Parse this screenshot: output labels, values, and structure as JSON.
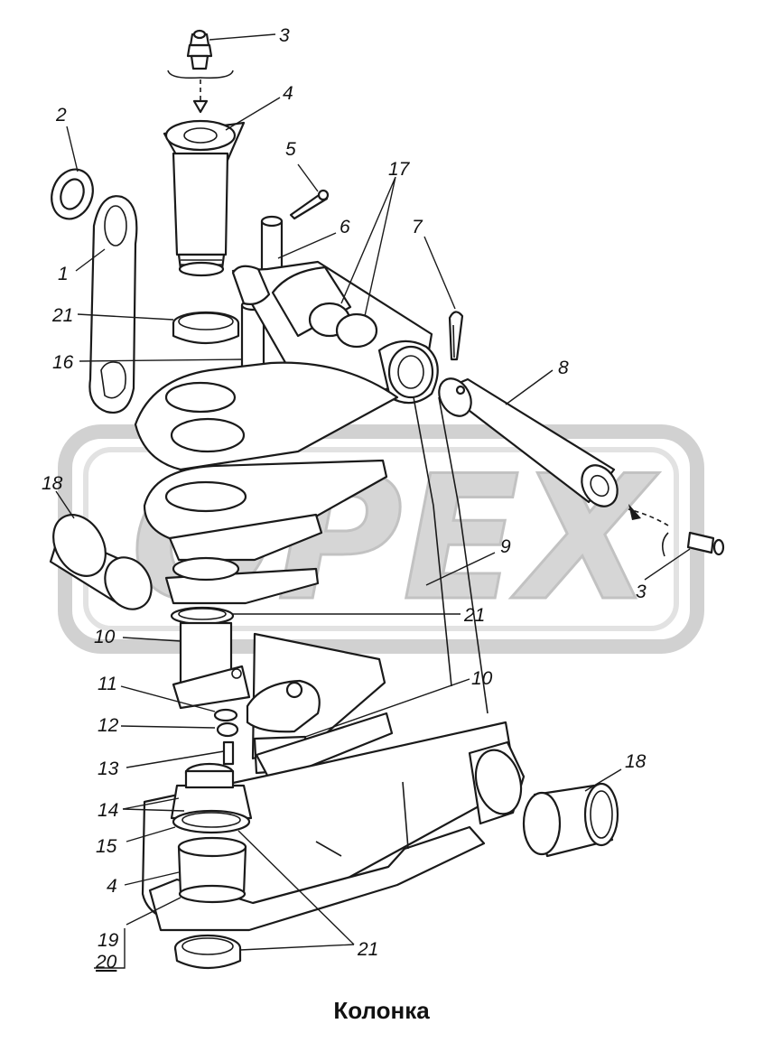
{
  "title": "Колонка",
  "watermark": "OPEX",
  "callouts": [
    {
      "id": "c3a",
      "text": "3"
    },
    {
      "id": "c4a",
      "text": "4"
    },
    {
      "id": "c2",
      "text": "2"
    },
    {
      "id": "c5",
      "text": "5"
    },
    {
      "id": "c17",
      "text": "17"
    },
    {
      "id": "c6",
      "text": "6"
    },
    {
      "id": "c7",
      "text": "7"
    },
    {
      "id": "c1",
      "text": "1"
    },
    {
      "id": "c21a",
      "text": "21"
    },
    {
      "id": "c16",
      "text": "16"
    },
    {
      "id": "c8",
      "text": "8"
    },
    {
      "id": "c18a",
      "text": "18"
    },
    {
      "id": "c9",
      "text": "9"
    },
    {
      "id": "c3b",
      "text": "3"
    },
    {
      "id": "c21b",
      "text": "21"
    },
    {
      "id": "c10a",
      "text": "10"
    },
    {
      "id": "c11",
      "text": "11"
    },
    {
      "id": "c10b",
      "text": "10"
    },
    {
      "id": "c12",
      "text": "12"
    },
    {
      "id": "c13",
      "text": "13"
    },
    {
      "id": "c18b",
      "text": "18"
    },
    {
      "id": "c14",
      "text": "14"
    },
    {
      "id": "c15",
      "text": "15"
    },
    {
      "id": "c4b",
      "text": "4"
    },
    {
      "id": "c19",
      "text": "19"
    },
    {
      "id": "c20",
      "text": "20"
    },
    {
      "id": "c21c",
      "text": "21"
    }
  ],
  "colors": {
    "line": "#1a1a1a",
    "watermark": "#cfcfcf",
    "background": "#ffffff"
  }
}
